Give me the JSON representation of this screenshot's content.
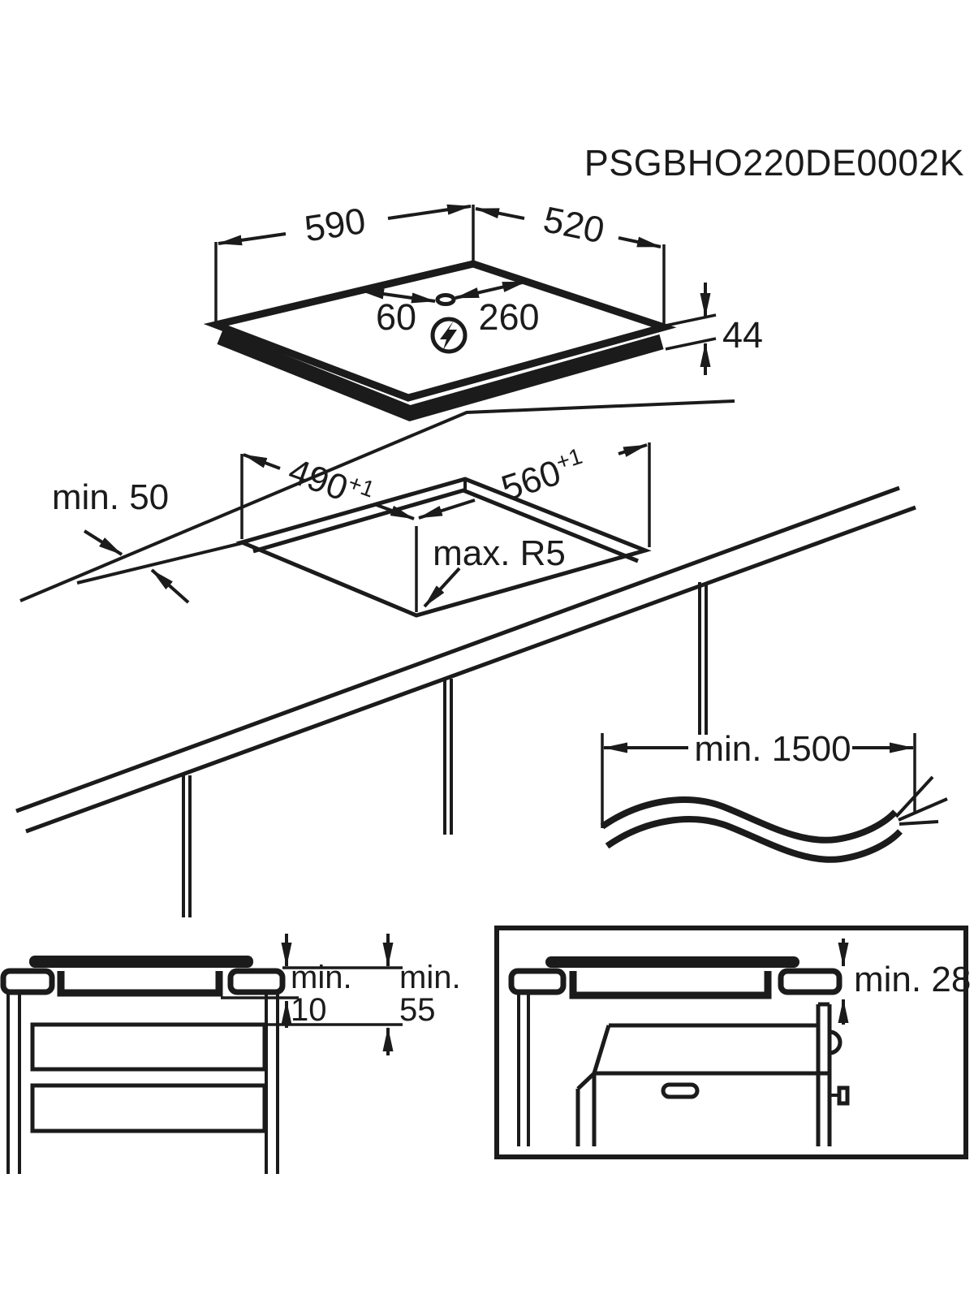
{
  "product_code": "PSGBHO220DE0002K",
  "hob_view": {
    "width": "590",
    "depth": "520",
    "cable_hole_left": "60",
    "cable_hole_right": "260",
    "height": "44",
    "power_symbol_icon": "lightning-bolt"
  },
  "cutout_view": {
    "front_clearance": "min. 50",
    "cutout_depth": "490",
    "cutout_depth_tolerance": "+1",
    "cutout_width": "560",
    "cutout_width_tolerance": "+1",
    "corner_radius": "max. R5"
  },
  "cable_view": {
    "cable_length": "min. 1500"
  },
  "drawer_view": {
    "min_label_1": "min.",
    "value_1": "10",
    "min_label_2": "min.",
    "value_2": "55"
  },
  "oven_view": {
    "worktop_thickness": "min. 28"
  }
}
